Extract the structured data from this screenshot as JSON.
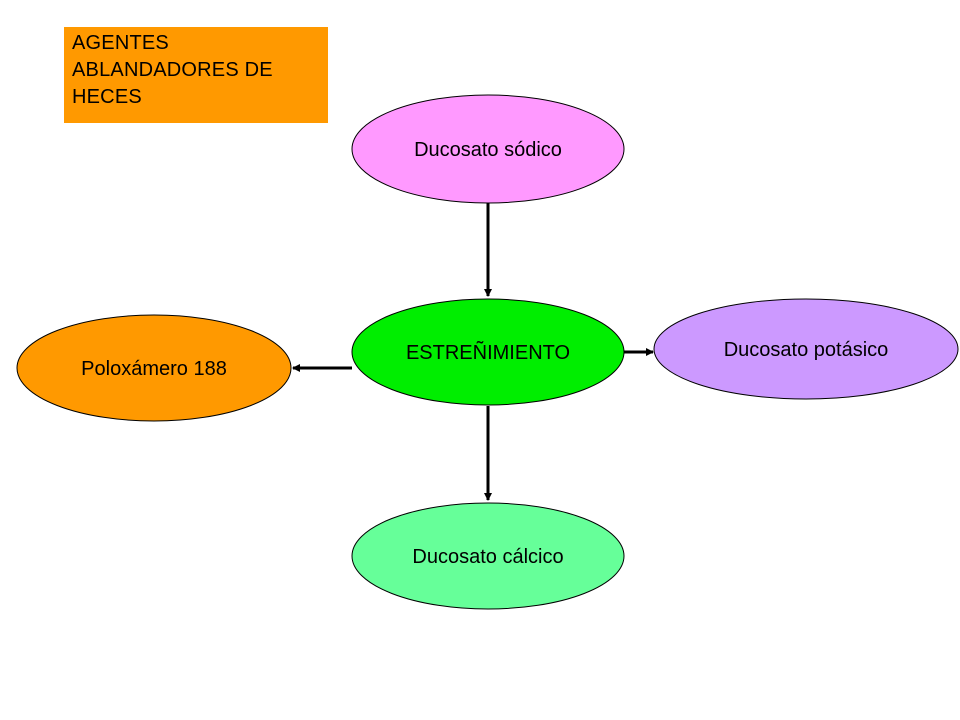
{
  "title": {
    "lines": [
      "AGENTES",
      "ABLANDADORES DE",
      "HECES"
    ]
  },
  "nodes": {
    "center": {
      "label": "ESTREÑIMIENTO",
      "color": "#00ee00"
    },
    "top": {
      "label": "Ducosato sódico",
      "color": "#ff99ff"
    },
    "right": {
      "label": "Ducosato potásico",
      "color": "#cc99ff"
    },
    "left": {
      "label": "Poloxámero 188",
      "color": "#ff9900"
    },
    "bottom": {
      "label": "Ducosato cálcico",
      "color": "#66ff99"
    }
  },
  "colors": {
    "title_background": "#ff9900",
    "line": "#000000"
  }
}
